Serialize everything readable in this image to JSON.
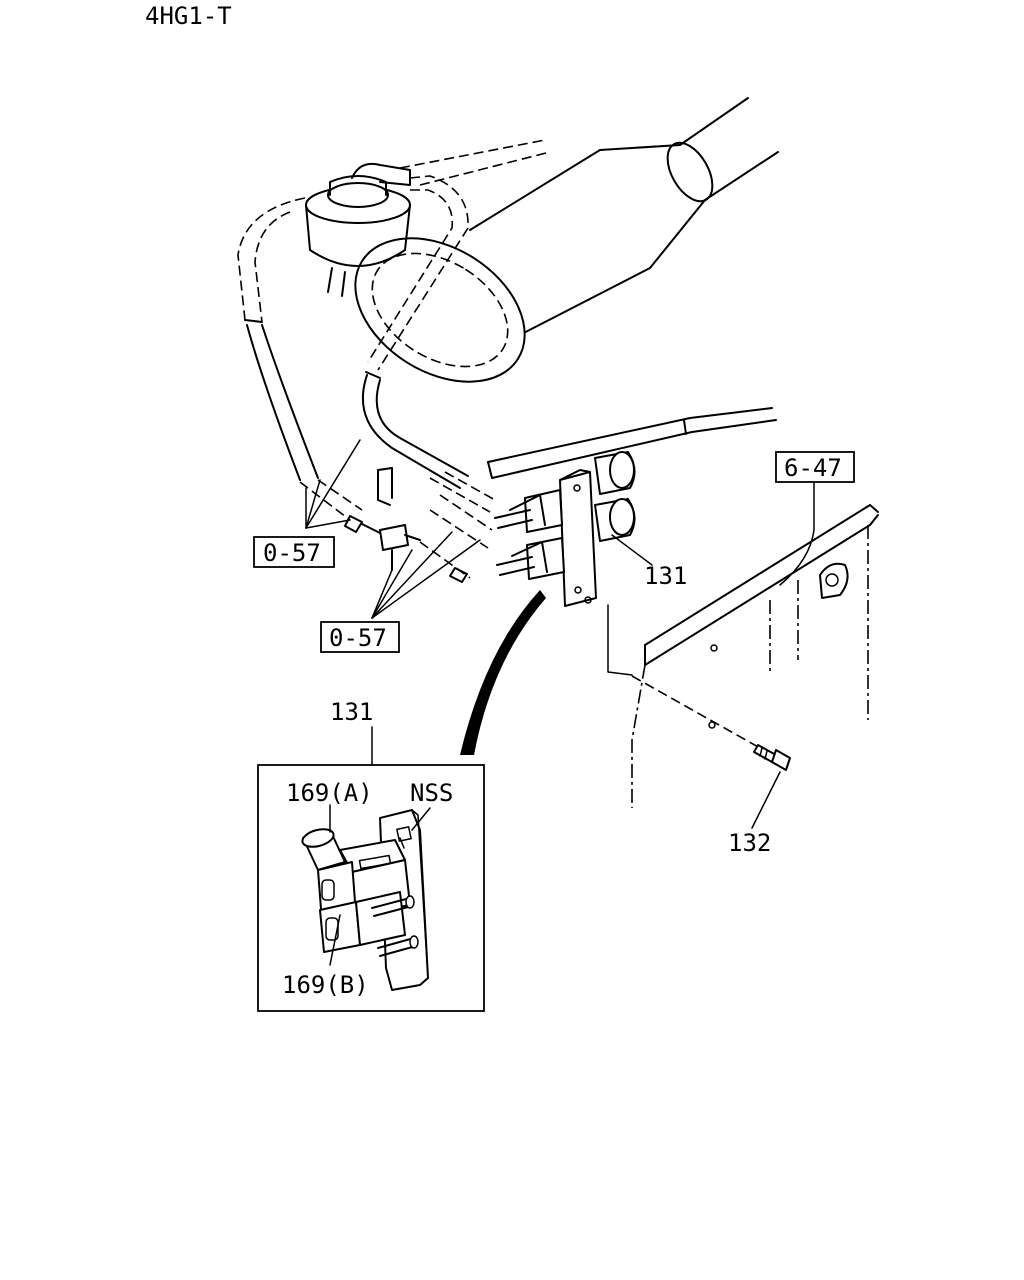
{
  "diagram": {
    "engine_code": "4HG1-T",
    "labels": {
      "ref_0_57_a": "0-57",
      "ref_0_57_b": "0-57",
      "ref_6_47": "6-47",
      "part_131": "131",
      "part_131_detail": "131",
      "part_132": "132",
      "part_169a": "169(A)",
      "part_169b": "169(B)",
      "nss": "NSS"
    }
  }
}
